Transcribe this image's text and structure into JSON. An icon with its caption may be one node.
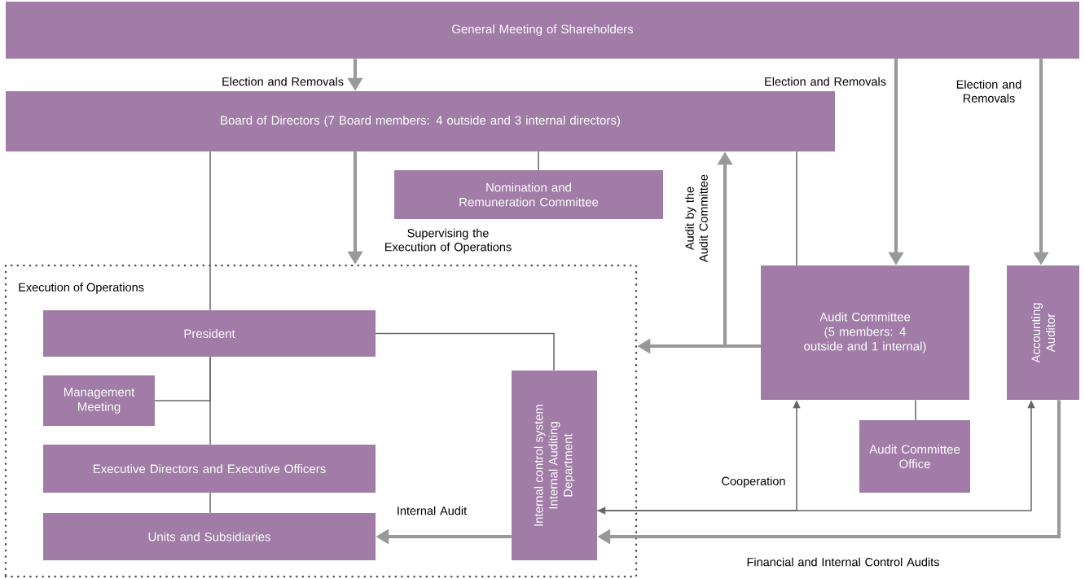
{
  "diagram": {
    "nodes": [
      {
        "text": [
          "General Meeting of Shareholders"
        ]
      },
      {
        "text": [
          "Board of Directors (7 Board members: 4 outside and 3 internal directors)"
        ]
      },
      {
        "text": [
          "Nomination and Remuneration Committee"
        ]
      },
      {
        "text": [
          "Execution of Operations"
        ]
      },
      {
        "text": [
          "President"
        ],
        "in": 3
      },
      {
        "text": [
          "Management Meeting"
        ],
        "in": 3
      },
      {
        "text": [
          "Executive Directors and Executive Officers"
        ],
        "in": 3
      },
      {
        "text": [
          "Units and Subsidiaries"
        ],
        "in": 3
      },
      {
        "text": [
          "Internal control system",
          "Internal Auditing Department"
        ],
        "in": 3
      },
      {
        "text": [
          "Audit Committee",
          "(5 members: 4 outside and 1 internal)"
        ]
      },
      {
        "text": [
          "Audit Committee Office"
        ]
      },
      {
        "text": [
          "Accounting Auditor"
        ]
      }
    ],
    "edges": [
      {
        "from": 0,
        "to": 1,
        "arrow": "to",
        "label": "Election and Removals",
        "style": "thick",
        "color": "#97999b"
      },
      {
        "from": 0,
        "to": 9,
        "arrow": "to",
        "label": "Election and Removals",
        "style": "thick",
        "color": "#97999b"
      },
      {
        "from": 0,
        "to": 11,
        "arrow": "to",
        "label": "Election and Removals",
        "style": "thick",
        "color": "#97999b"
      },
      {
        "from": 1,
        "to": 3,
        "arrow": "to",
        "label": "Supervising the Execution of Operations",
        "style": "thick",
        "color": "#97999b"
      },
      {
        "from": 1,
        "to": 2,
        "arrow": "none"
      },
      {
        "from": 1,
        "to": 4,
        "arrow": "none"
      },
      {
        "from": 1,
        "to": 9,
        "arrow": "none"
      },
      {
        "from": 9,
        "to": 3,
        "arrow": "to",
        "style": "thick",
        "color": "#97999b"
      },
      {
        "from": 9,
        "to": 1,
        "arrow": "to",
        "label": "Audit by the Audit Committee",
        "style": "thick",
        "color": "#97999b"
      },
      {
        "from": 5,
        "to": 4,
        "arrow": "none"
      },
      {
        "from": 4,
        "to": 6,
        "arrow": "none"
      },
      {
        "from": 6,
        "to": 7,
        "arrow": "none"
      },
      {
        "from": 4,
        "to": 8,
        "arrow": "none"
      },
      {
        "from": 8,
        "to": 7,
        "arrow": "to",
        "label": "Internal Audit",
        "style": "thick",
        "color": "#97999b"
      },
      {
        "from": 8,
        "to": 9,
        "arrow": "to",
        "label": "Cooperation"
      },
      {
        "from": 11,
        "to": 8,
        "arrow": "both"
      },
      {
        "from": 11,
        "to": 8,
        "arrow": "to",
        "label": "Financial and Internal Control Audits",
        "style": "thick",
        "color": "#97999b"
      },
      {
        "from": 9,
        "to": 10,
        "arrow": "none"
      }
    ]
  }
}
